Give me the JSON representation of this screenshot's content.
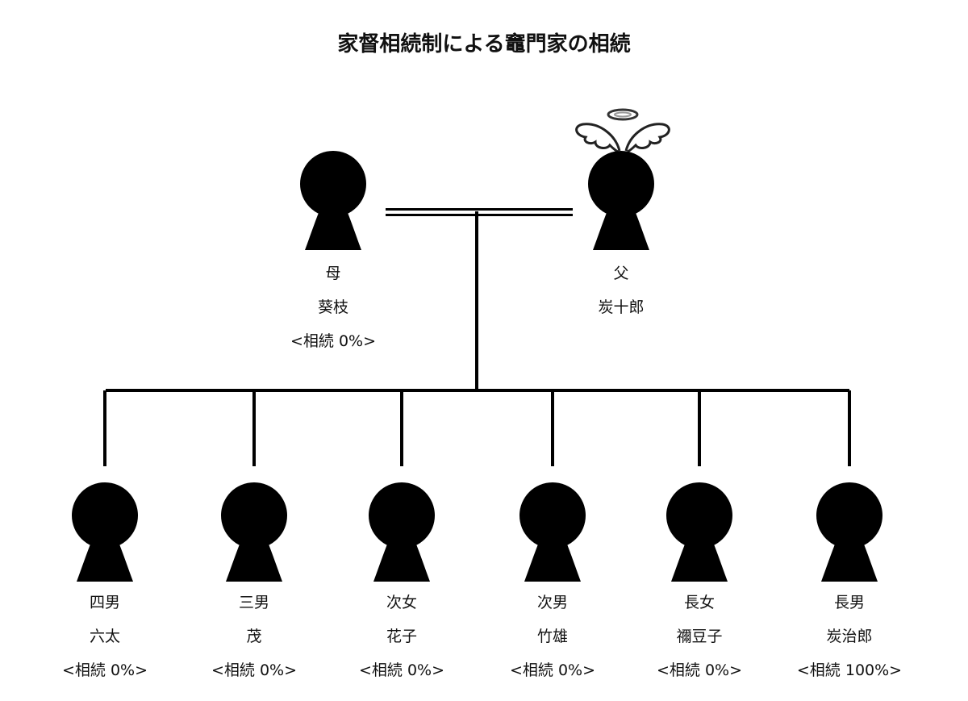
{
  "title": "家督相続制による竈門家の相続",
  "parents": [
    {
      "role": "母",
      "name": "葵枝",
      "share": "<相続 0%>"
    },
    {
      "role": "父",
      "name": "炭十郎",
      "note_icon": "angel-halo-wings-icon"
    }
  ],
  "children": [
    {
      "role": "四男",
      "name": "六太",
      "share": "<相続 0%>"
    },
    {
      "role": "三男",
      "name": "茂",
      "share": "<相続 0%>"
    },
    {
      "role": "次女",
      "name": "花子",
      "share": "<相続 0%>"
    },
    {
      "role": "次男",
      "name": "竹雄",
      "share": "<相続 0%>"
    },
    {
      "role": "長女",
      "name": "禰豆子",
      "share": "<相続 0%>"
    },
    {
      "role": "長男",
      "name": "炭治郎",
      "share": "<相続 100%>"
    }
  ]
}
